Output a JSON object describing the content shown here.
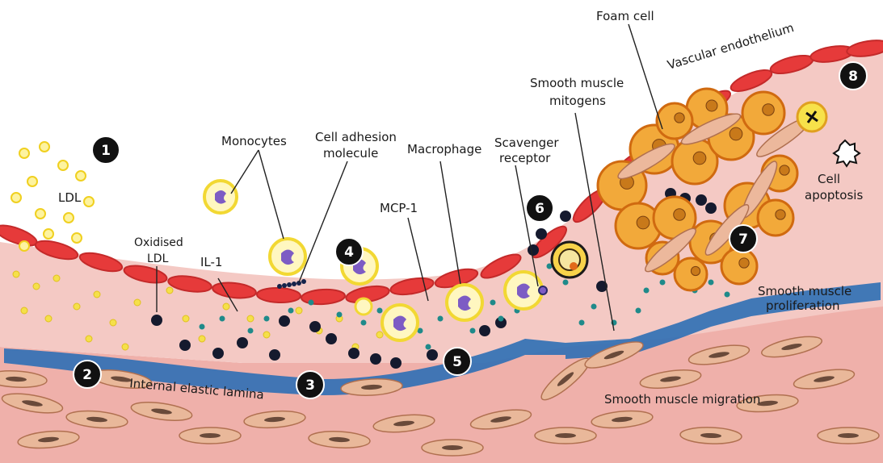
{
  "labels": {
    "ldl": "LDL",
    "oxidised_ldl_line1": "Oxidised",
    "oxidised_ldl_line2": "LDL",
    "il1": "IL-1",
    "monocytes": "Monocytes",
    "cell_adhesion_line1": "Cell adhesion",
    "cell_adhesion_line2": "molecule",
    "macrophage": "Macrophage",
    "scavenger_line1": "Scavenger",
    "scavenger_line2": "receptor",
    "mcp1": "MCP-1",
    "smooth_muscle_mitogens_line1": "Smooth muscle",
    "smooth_muscle_mitogens_line2": "mitogens",
    "foam_cell": "Foam cell",
    "vascular_endothelium": "Vascular endothelium",
    "cell_apoptosis_line1": "Cell",
    "cell_apoptosis_line2": "apoptosis",
    "smooth_muscle_proliferation_line1": "Smooth muscle",
    "smooth_muscle_proliferation_line2": "proliferation",
    "internal_elastic_lamina": "Internal elastic lamina",
    "smooth_muscle_migration": "Smooth muscle migration"
  },
  "steps": [
    "1",
    "2",
    "3",
    "4",
    "5",
    "6",
    "7",
    "8"
  ],
  "colors": {
    "endothelium_red": "#e63a3a",
    "intima_pink": "#f3c6c2",
    "lamina_blue": "#2e6fb5",
    "media_pink": "#f0b3ad",
    "smooth_muscle_tan": "#e9b89a",
    "ldl_yellow": "#f5e04a",
    "oxidised_ldl_black": "#151a2e",
    "il1_teal": "#1f8a8a",
    "foam_orange": "#f2a93a",
    "monocyte_purple": "#7d5cc4",
    "step_badge_black": "#111111"
  }
}
